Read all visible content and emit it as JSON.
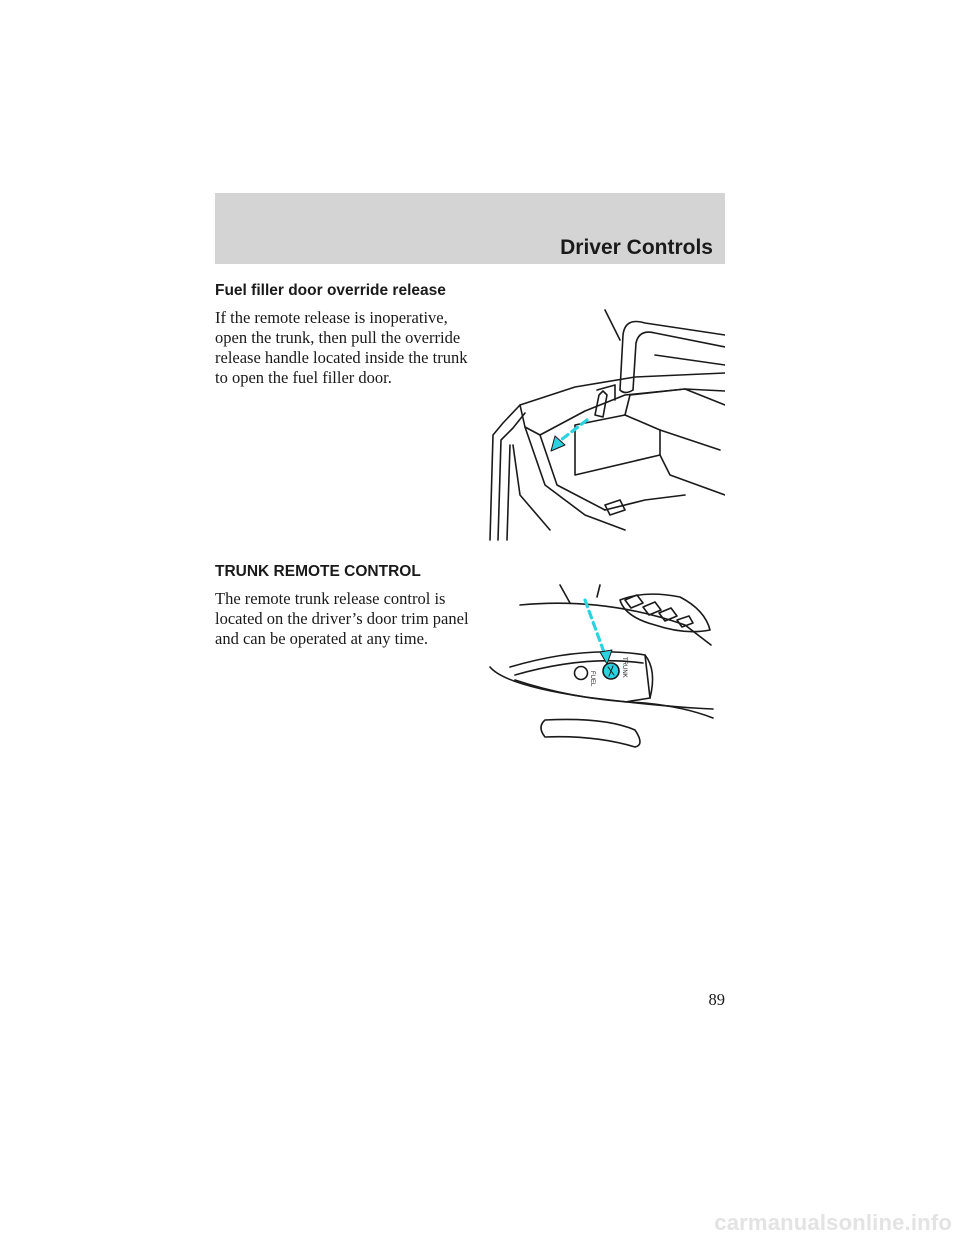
{
  "header": {
    "section_title": "Driver Controls"
  },
  "sections": [
    {
      "heading": "Fuel filler door override release",
      "body": "If the remote release is inoperative, open the trunk, then pull the override release handle located inside the trunk to open the fuel filler door."
    },
    {
      "heading": "TRUNK REMOTE CONTROL",
      "body": "The remote trunk release control is located on the driver’s door trim panel and can be operated at any time."
    }
  ],
  "figure_labels": {
    "trunk_button": "TRUNK",
    "fuel_button": "FUEL"
  },
  "colors": {
    "header_band": "#d4d4d4",
    "arrow": "#2bd3e0",
    "watermark": "#e3e3e3"
  },
  "page_number": "89",
  "watermark": "carmanualsonline.info"
}
